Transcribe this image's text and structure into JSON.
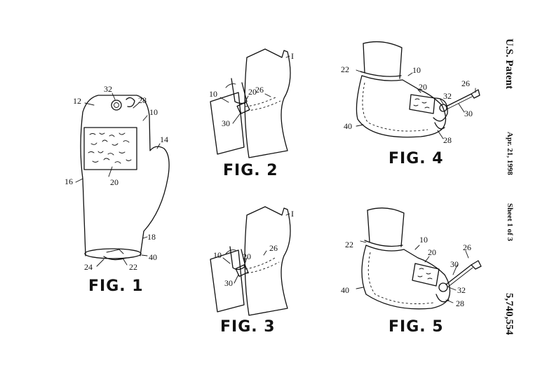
{
  "header": {
    "patent": "U.S. Patent",
    "date": "Apr. 21, 1998",
    "sheet": "Sheet 1 of 3",
    "number": "5,740,554"
  },
  "figures": {
    "fig1": {
      "label": "FIG. 1",
      "refs": {
        "r10": "10",
        "r12": "12",
        "r14": "14",
        "r16": "16",
        "r18": "18",
        "r20": "20",
        "r22": "22",
        "r24": "24",
        "r28": "28",
        "r32": "32",
        "r40": "40"
      }
    },
    "fig2": {
      "label": "FIG. 2",
      "refs": {
        "r10": "10",
        "r20": "20",
        "r26": "26",
        "r30": "30",
        "rI": "I"
      }
    },
    "fig3": {
      "label": "FIG. 3",
      "refs": {
        "r10": "10",
        "r20": "20",
        "r26": "26",
        "r30": "30",
        "rI": "I"
      }
    },
    "fig4": {
      "label": "FIG. 4",
      "refs": {
        "r10": "10",
        "r20": "20",
        "r22": "22",
        "r26": "26",
        "r28": "28",
        "r30": "30",
        "r32": "32",
        "r40": "40"
      }
    },
    "fig5": {
      "label": "FIG. 5",
      "refs": {
        "r10": "10",
        "r20": "20",
        "r22": "22",
        "r26": "26",
        "r28": "28",
        "r30": "30",
        "r32": "32",
        "r40": "40"
      }
    }
  }
}
